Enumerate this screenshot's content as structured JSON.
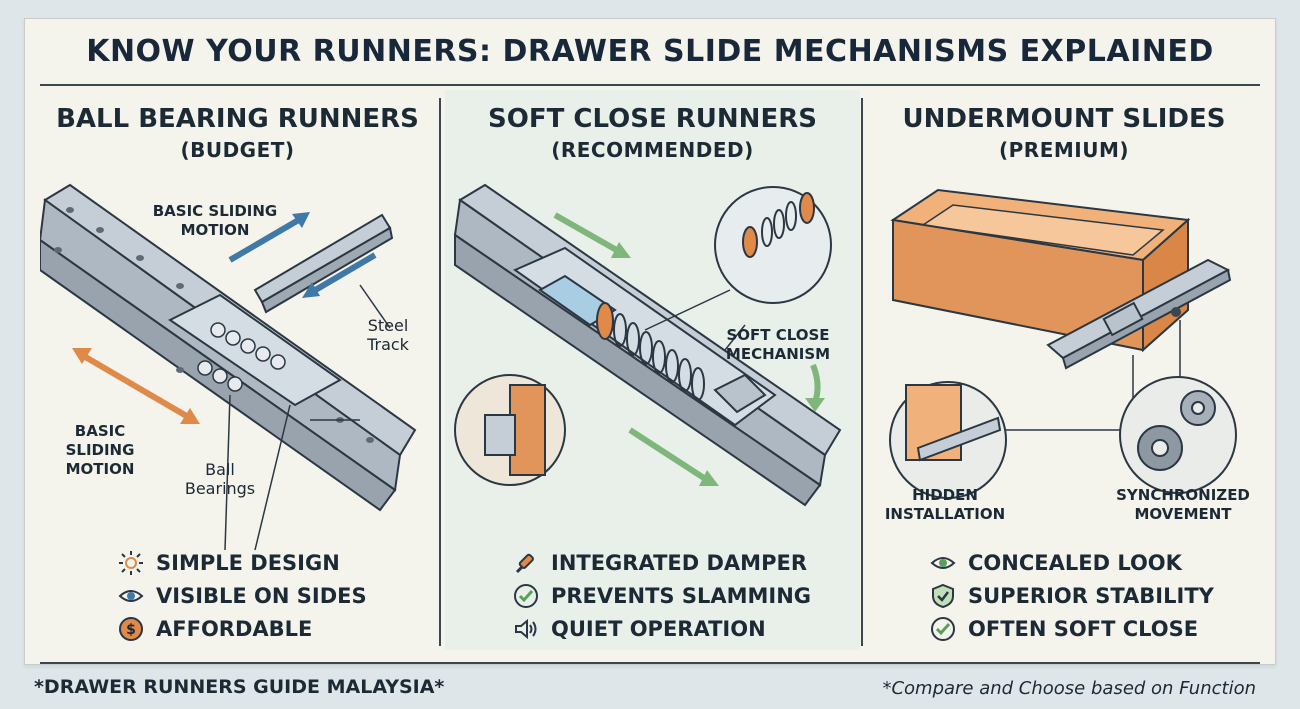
{
  "title": "KNOW YOUR RUNNERS: DRAWER SLIDE MECHANISMS EXPLAINED",
  "columns": [
    {
      "heading": "BALL BEARING RUNNERS",
      "tier": "(BUDGET)",
      "callouts": {
        "sliding_top": "BASIC SLIDING MOTION",
        "steel_track": "Steel Track",
        "sliding_left": "BASIC SLIDING MOTION",
        "ball_bearings": "Ball Bearings"
      },
      "features": [
        {
          "icon": "sun-icon",
          "label": "SIMPLE DESIGN"
        },
        {
          "icon": "eye-icon",
          "label": "VISIBLE ON SIDES"
        },
        {
          "icon": "dollar-coin-icon",
          "label": "AFFORDABLE"
        }
      ]
    },
    {
      "heading": "SOFT CLOSE RUNNERS",
      "tier": "(RECOMMENDED)",
      "callouts": {
        "mechanism": "SOFT CLOSE MECHANISM"
      },
      "features": [
        {
          "icon": "damper-icon",
          "label": "INTEGRATED DAMPER"
        },
        {
          "icon": "check-circle-icon",
          "label": "PREVENTS SLAMMING"
        },
        {
          "icon": "speaker-icon",
          "label": "QUIET OPERATION"
        }
      ]
    },
    {
      "heading": "UNDERMOUNT SLIDES",
      "tier": "(PREMIUM)",
      "callouts": {
        "hidden": "HIDDEN INSTALLATION",
        "sync": "SYNCHRONIZED MOVEMENT"
      },
      "features": [
        {
          "icon": "eye-icon",
          "label": "CONCEALED LOOK"
        },
        {
          "icon": "shield-check-icon",
          "label": "SUPERIOR STABILITY"
        },
        {
          "icon": "check-circle-icon",
          "label": "OFTEN SOFT CLOSE"
        }
      ]
    }
  ],
  "footer": {
    "left": "*DRAWER RUNNERS GUIDE MALAYSIA*",
    "right": "*Compare and Choose based on Function"
  },
  "colors": {
    "ink": "#1c2a36",
    "steel": "#b9c3cc",
    "orange": "#e08a4a",
    "green": "#7fb77a",
    "blue_arrow": "#3f79a8",
    "wood": "#e2955a"
  }
}
